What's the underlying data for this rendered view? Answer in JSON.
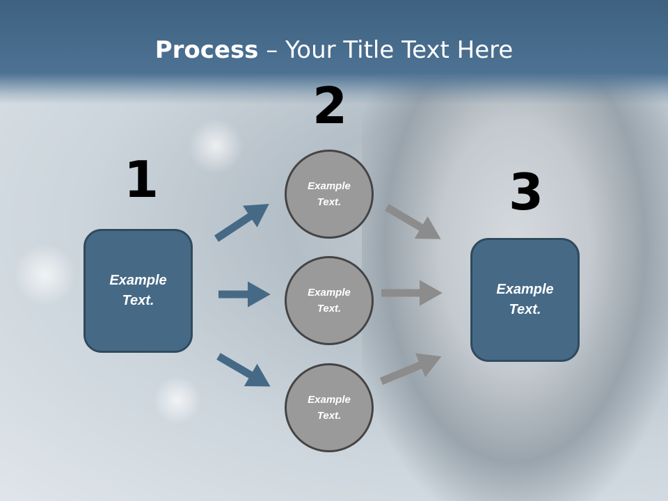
{
  "title": {
    "bold": "Process",
    "rest": " – Your Title Text Here"
  },
  "steps": [
    {
      "number": "1",
      "text": "Example\nText."
    },
    {
      "number": "2",
      "items": [
        "Example\nText.",
        "Example\nText.",
        "Example\nText."
      ]
    },
    {
      "number": "3",
      "text": "Example\nText."
    }
  ],
  "colors": {
    "box": "#466a86",
    "circle": "#9a9a9a",
    "arrow_blue": "#466a86",
    "arrow_gray": "#8c8c8c"
  }
}
